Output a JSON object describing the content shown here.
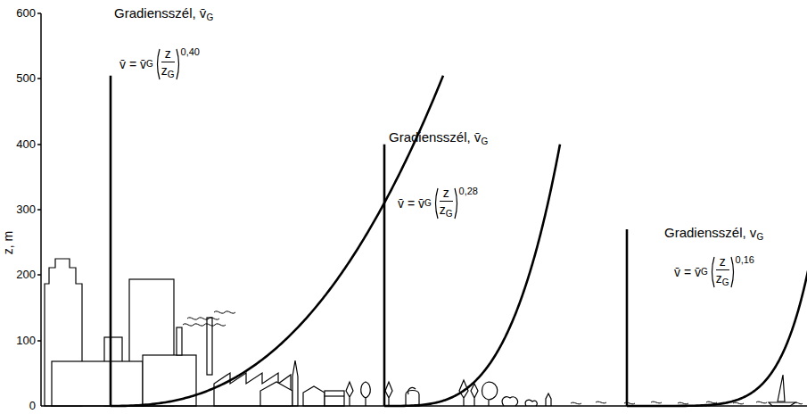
{
  "diagram": {
    "labels": [
      "Gradiensszél, v̄",
      "G",
      "v̄ = v̄",
      "G",
      "z",
      "z",
      "G",
      "0,40",
      "Gradiensszél, v̄",
      "G",
      "v̄ = v̄",
      "G",
      "z",
      "z",
      "G",
      "0,28",
      "Gradiensszél, v",
      "G",
      "v̄ = v̄",
      "G",
      "z",
      "z",
      "G",
      "0,16",
      "z, m",
      "0",
      "100",
      "200",
      "300",
      "400",
      "500",
      "600"
    ]
  }
}
